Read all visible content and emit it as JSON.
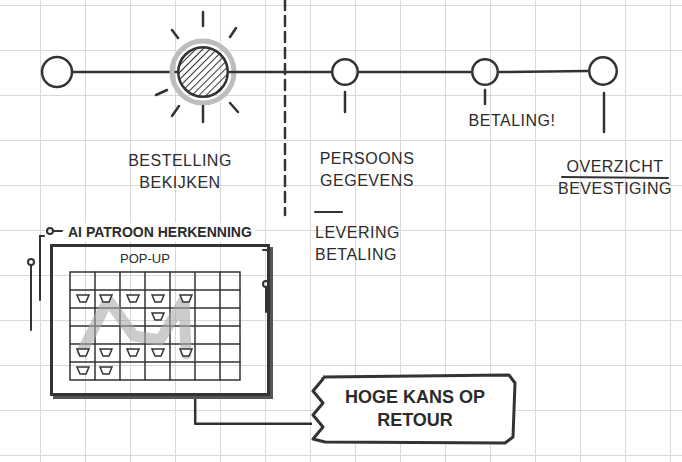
{
  "diagram": {
    "nodes": [
      {
        "text": [
          "BESTELLING BEKIJKEN"
        ]
      },
      {
        "text": [
          "PERSOONS GEGEVENS"
        ]
      },
      {
        "text": [
          "BETALING!"
        ]
      },
      {
        "text": [
          "OVERZICHT BEVESTIGING"
        ]
      },
      {
        "text": [
          "AI PATROON HERKENNING",
          "POP-UP"
        ]
      },
      {
        "text": [
          "HOGE KANS OP RETOUR"
        ]
      }
    ],
    "edges": [
      {
        "from": 0,
        "to": 1,
        "arrow": "none"
      },
      {
        "from": 1,
        "to": 2,
        "arrow": "none"
      },
      {
        "from": 2,
        "to": 3,
        "arrow": "none"
      },
      {
        "from": 4,
        "to": 5,
        "arrow": "none"
      }
    ],
    "labels": [
      "LEVERING BETALING"
    ]
  }
}
